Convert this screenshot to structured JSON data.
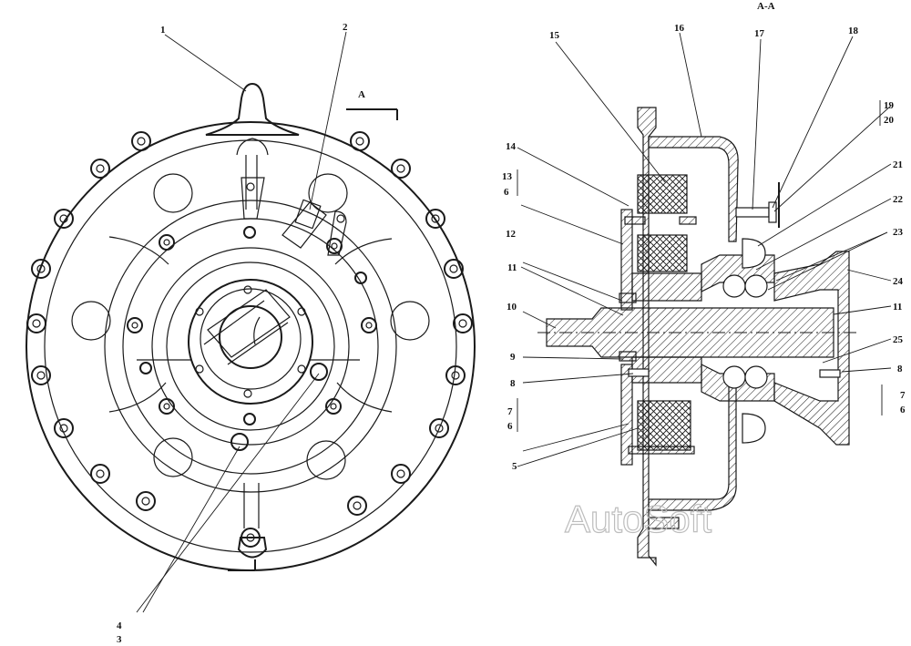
{
  "section_title": "A-A",
  "section_mark": "A",
  "watermark": "AutoSoft",
  "left_labels": {
    "l1": "1",
    "l2": "2",
    "l4": "4",
    "l3": "3"
  },
  "right_labels": {
    "l15": "15",
    "l16": "16",
    "l17": "17",
    "l18": "18",
    "l19": "19",
    "l20": "20",
    "l14": "14",
    "l13": "13",
    "l6a": "6",
    "l21": "21",
    "l22": "22",
    "l12": "12",
    "l23": "23",
    "l11a": "11",
    "l24": "24",
    "l10": "10",
    "l11b": "11",
    "l9": "9",
    "l25": "25",
    "l8a": "8",
    "l8b": "8",
    "l7a": "7",
    "l6b": "6",
    "l7b": "7",
    "l6c": "6",
    "l5": "5"
  }
}
